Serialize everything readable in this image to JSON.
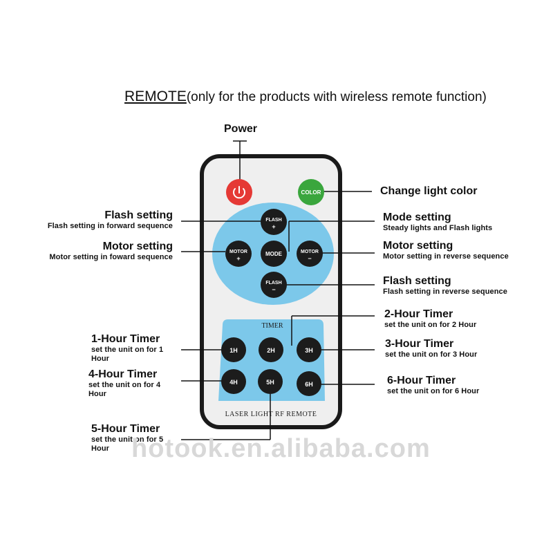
{
  "title": {
    "main": "REMOTE",
    "rest": "(only for the products with wireless remote function)"
  },
  "buttons": {
    "power_symbol": "⏻",
    "color": "COLOR",
    "flash_plus_top": "FLASH",
    "flash_plus_bottom": "+",
    "motor_plus_top": "MOTOR",
    "motor_plus_bottom": "+",
    "mode": "MODE",
    "motor_minus_top": "MOTOR",
    "motor_minus_bottom": "−",
    "flash_minus_top": "FLASH",
    "flash_minus_bottom": "−",
    "timer_title": "TIMER",
    "t1": "1H",
    "t2": "2H",
    "t3": "3H",
    "t4": "4H",
    "t5": "5H",
    "t6": "6H",
    "footer": "LASER LIGHT RF REMOTE"
  },
  "labels": {
    "power": "Power",
    "change_color": "Change light color",
    "flash_fwd": {
      "head": "Flash setting",
      "sub": "Flash setting in forward sequence"
    },
    "motor_fwd": {
      "head": "Motor setting",
      "sub": "Motor setting in foward sequence"
    },
    "mode": {
      "head": "Mode setting",
      "sub": "Steady lights and Flash lights"
    },
    "motor_rev": {
      "head": "Motor setting",
      "sub": "Motor setting in reverse sequence"
    },
    "flash_rev": {
      "head": "Flash setting",
      "sub": "Flash setting in reverse sequence"
    },
    "timer2": {
      "head": "2-Hour Timer",
      "sub": "set the unit on for 2 Hour"
    },
    "timer1": {
      "head": "1-Hour Timer",
      "sub": "set the unit on for 1 Hour"
    },
    "timer3": {
      "head": "3-Hour Timer",
      "sub": "set the unit on for 3 Hour"
    },
    "timer4": {
      "head": "4-Hour Timer",
      "sub": "set the unit on for 4 Hour"
    },
    "timer6": {
      "head": "6-Hour Timer",
      "sub": "set the unit on for 6 Hour"
    },
    "timer5": {
      "head": "5-Hour Timer",
      "sub": "set the unit on for 5 Hour"
    }
  },
  "watermark": "hotook.en.alibaba.com",
  "colors": {
    "remote_body": "#efefef",
    "remote_border": "#1a1a1a",
    "blue_panel": "#7cc8ea",
    "power_red": "#e53935",
    "color_green": "#3aa63d",
    "button_black": "#1c1c1c"
  }
}
